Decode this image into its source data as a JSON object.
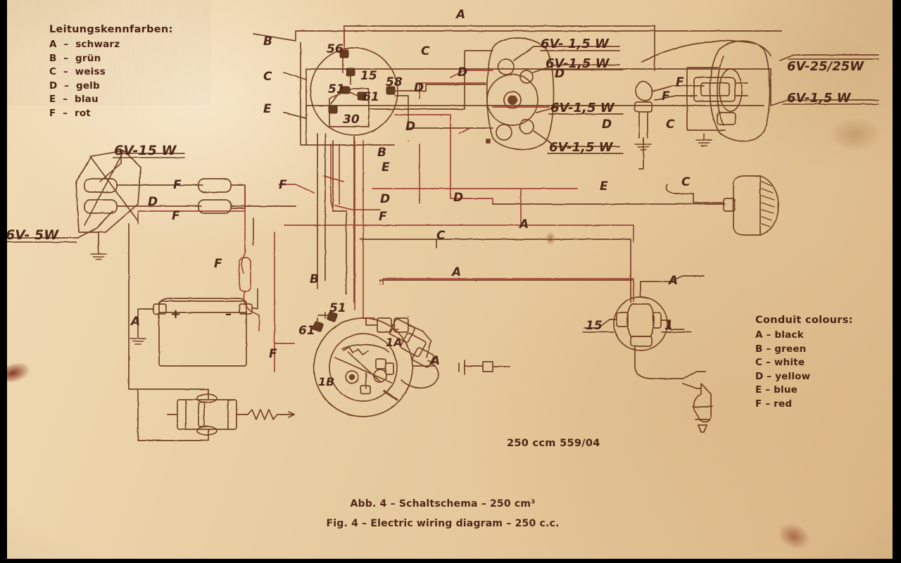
{
  "figure": {
    "title_de": "Abb. 4 – Schaltschema – 250 cm³",
    "title_en": "Fig.  4 – Electric wiring diagram – 250 c.c.",
    "model_label": "250 ccm 559/04"
  },
  "legend_de": {
    "heading": "Leitungskennfarben:",
    "rows": [
      "A  –  schwarz",
      "B  –  grün",
      "C  –  weiss",
      "D  –  gelb",
      "E  –  blau",
      "F  –  rot"
    ]
  },
  "legend_en": {
    "heading": "Conduit colours:",
    "rows": [
      "A – black",
      "B – green",
      "C – white",
      "D – yellow",
      "E – blue",
      "F – red"
    ]
  },
  "ratings": {
    "tail_upper": "6V-15 W",
    "tail_lower": "6V- 5W",
    "instrument_1": "6V- 1,5 W",
    "instrument_2": "6V-1,5  W",
    "instrument_3": "6V-1,5 W",
    "instrument_4": "6V-1,5 W",
    "headlamp_main": "6V-25/25W",
    "headlamp_park": "6V-1,5 W"
  },
  "terminals": {
    "t56": "56",
    "t15": "15",
    "t58": "58",
    "t51": "51",
    "t61": "61",
    "t30": "30",
    "mag_51": "51",
    "mag_61": "61",
    "mag_1a": "1A",
    "mag_1b": "1B",
    "sw_15": "15",
    "sw_1": "1"
  },
  "wire_labels": {
    "top_A": "A",
    "top_B": "B",
    "top_C_left": "C",
    "top_E": "E",
    "top_C_mid": "C",
    "top_D1": "D",
    "top_D2": "D",
    "top_D3": "D",
    "top_D4": "D",
    "top_D5": "D",
    "top_D6": "D",
    "top_B2": "B",
    "mid_E": "E",
    "mid_F_left": "F",
    "mid_D": "D",
    "mid_F_low": "F",
    "mid_C": "C",
    "mid_A_center": "A",
    "mid_A_low": "A",
    "mid_B": "B",
    "mid_F_coil": "F",
    "mid_F_vert": "F",
    "left_F1": "F",
    "left_D": "D",
    "left_F2": "F",
    "left_A_batt": "A",
    "hl_F1": "F",
    "hl_F2": "F",
    "hl_C": "C",
    "horn_C": "C",
    "horn_E": "E",
    "mag_A": "A",
    "mag_A2": "A",
    "sw_A": "A"
  },
  "battery": {
    "plus": "+",
    "minus": "–"
  },
  "colors": {
    "paper": "#e8cfa5",
    "ink_dark": "#6b3a20",
    "ink_red": "#9c3a30",
    "text": "#4a2414",
    "border": "#000000"
  }
}
